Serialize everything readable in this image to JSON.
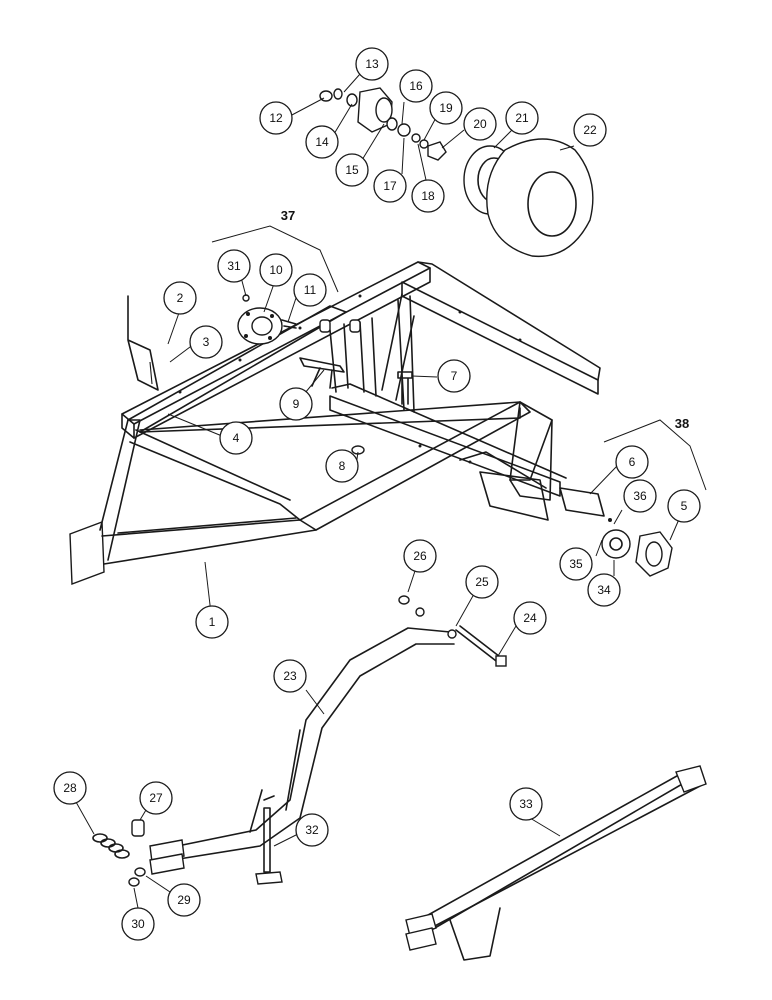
{
  "diagram": {
    "callouts": [
      {
        "id": "1",
        "label": "1"
      },
      {
        "id": "2",
        "label": "2"
      },
      {
        "id": "3",
        "label": "3"
      },
      {
        "id": "4",
        "label": "4"
      },
      {
        "id": "5",
        "label": "5"
      },
      {
        "id": "6",
        "label": "6"
      },
      {
        "id": "7",
        "label": "7"
      },
      {
        "id": "8",
        "label": "8"
      },
      {
        "id": "9",
        "label": "9"
      },
      {
        "id": "10",
        "label": "10"
      },
      {
        "id": "11",
        "label": "11"
      },
      {
        "id": "12",
        "label": "12"
      },
      {
        "id": "13",
        "label": "13"
      },
      {
        "id": "14",
        "label": "14"
      },
      {
        "id": "15",
        "label": "15"
      },
      {
        "id": "16",
        "label": "16"
      },
      {
        "id": "17",
        "label": "17"
      },
      {
        "id": "18",
        "label": "18"
      },
      {
        "id": "19",
        "label": "19"
      },
      {
        "id": "20",
        "label": "20"
      },
      {
        "id": "21",
        "label": "21"
      },
      {
        "id": "22",
        "label": "22"
      },
      {
        "id": "23",
        "label": "23"
      },
      {
        "id": "24",
        "label": "24"
      },
      {
        "id": "25",
        "label": "25"
      },
      {
        "id": "26",
        "label": "26"
      },
      {
        "id": "27",
        "label": "27"
      },
      {
        "id": "28",
        "label": "28"
      },
      {
        "id": "29",
        "label": "29"
      },
      {
        "id": "30",
        "label": "30"
      },
      {
        "id": "31",
        "label": "31"
      },
      {
        "id": "32",
        "label": "32"
      },
      {
        "id": "33",
        "label": "33"
      },
      {
        "id": "34",
        "label": "34"
      },
      {
        "id": "35",
        "label": "35"
      },
      {
        "id": "36",
        "label": "36"
      }
    ],
    "group_labels": {
      "g37": "37",
      "g38": "38"
    }
  }
}
